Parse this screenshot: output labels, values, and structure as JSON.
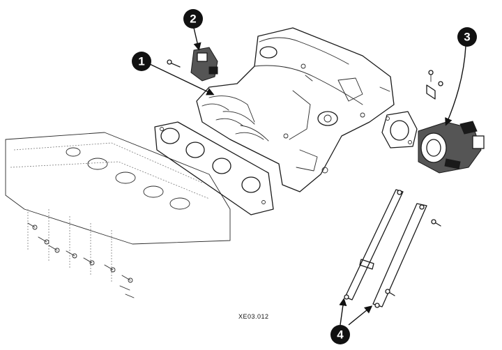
{
  "figure_code": "XE03.012",
  "callouts": [
    {
      "label": "1"
    },
    {
      "label": "2"
    },
    {
      "label": "3"
    },
    {
      "label": "4"
    }
  ]
}
